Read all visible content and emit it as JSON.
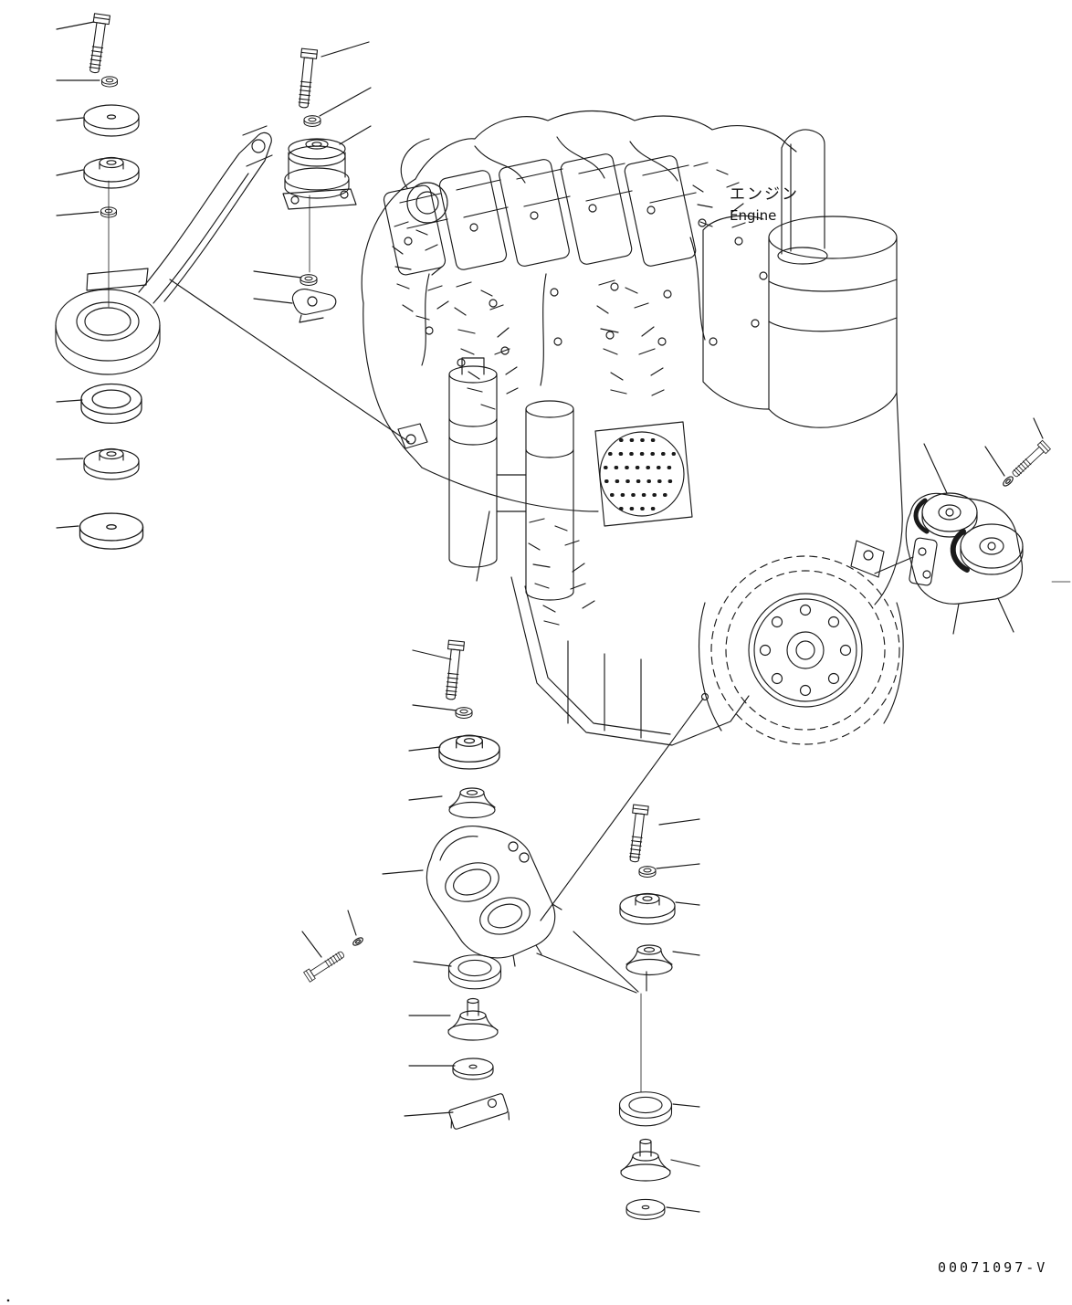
{
  "diagram": {
    "title_labels": {
      "engine_jp": "エンジン",
      "engine_en": "Engine"
    },
    "drawing_number": "00071097-V",
    "colors": {
      "line": "#1a1a1a",
      "background": "#ffffff"
    },
    "parts": [
      "mounting-bolt",
      "washer",
      "cushion-disc",
      "cushion-with-hub",
      "engine-mount-bracket-left",
      "ring-cushion",
      "mount-cylinder",
      "clamp-plate",
      "engine",
      "right-engine-mount",
      "lock-pin",
      "bottom-mount-bracket",
      "cone-cushion",
      "stud-cushion",
      "washer-disc",
      "shim-plate"
    ]
  }
}
